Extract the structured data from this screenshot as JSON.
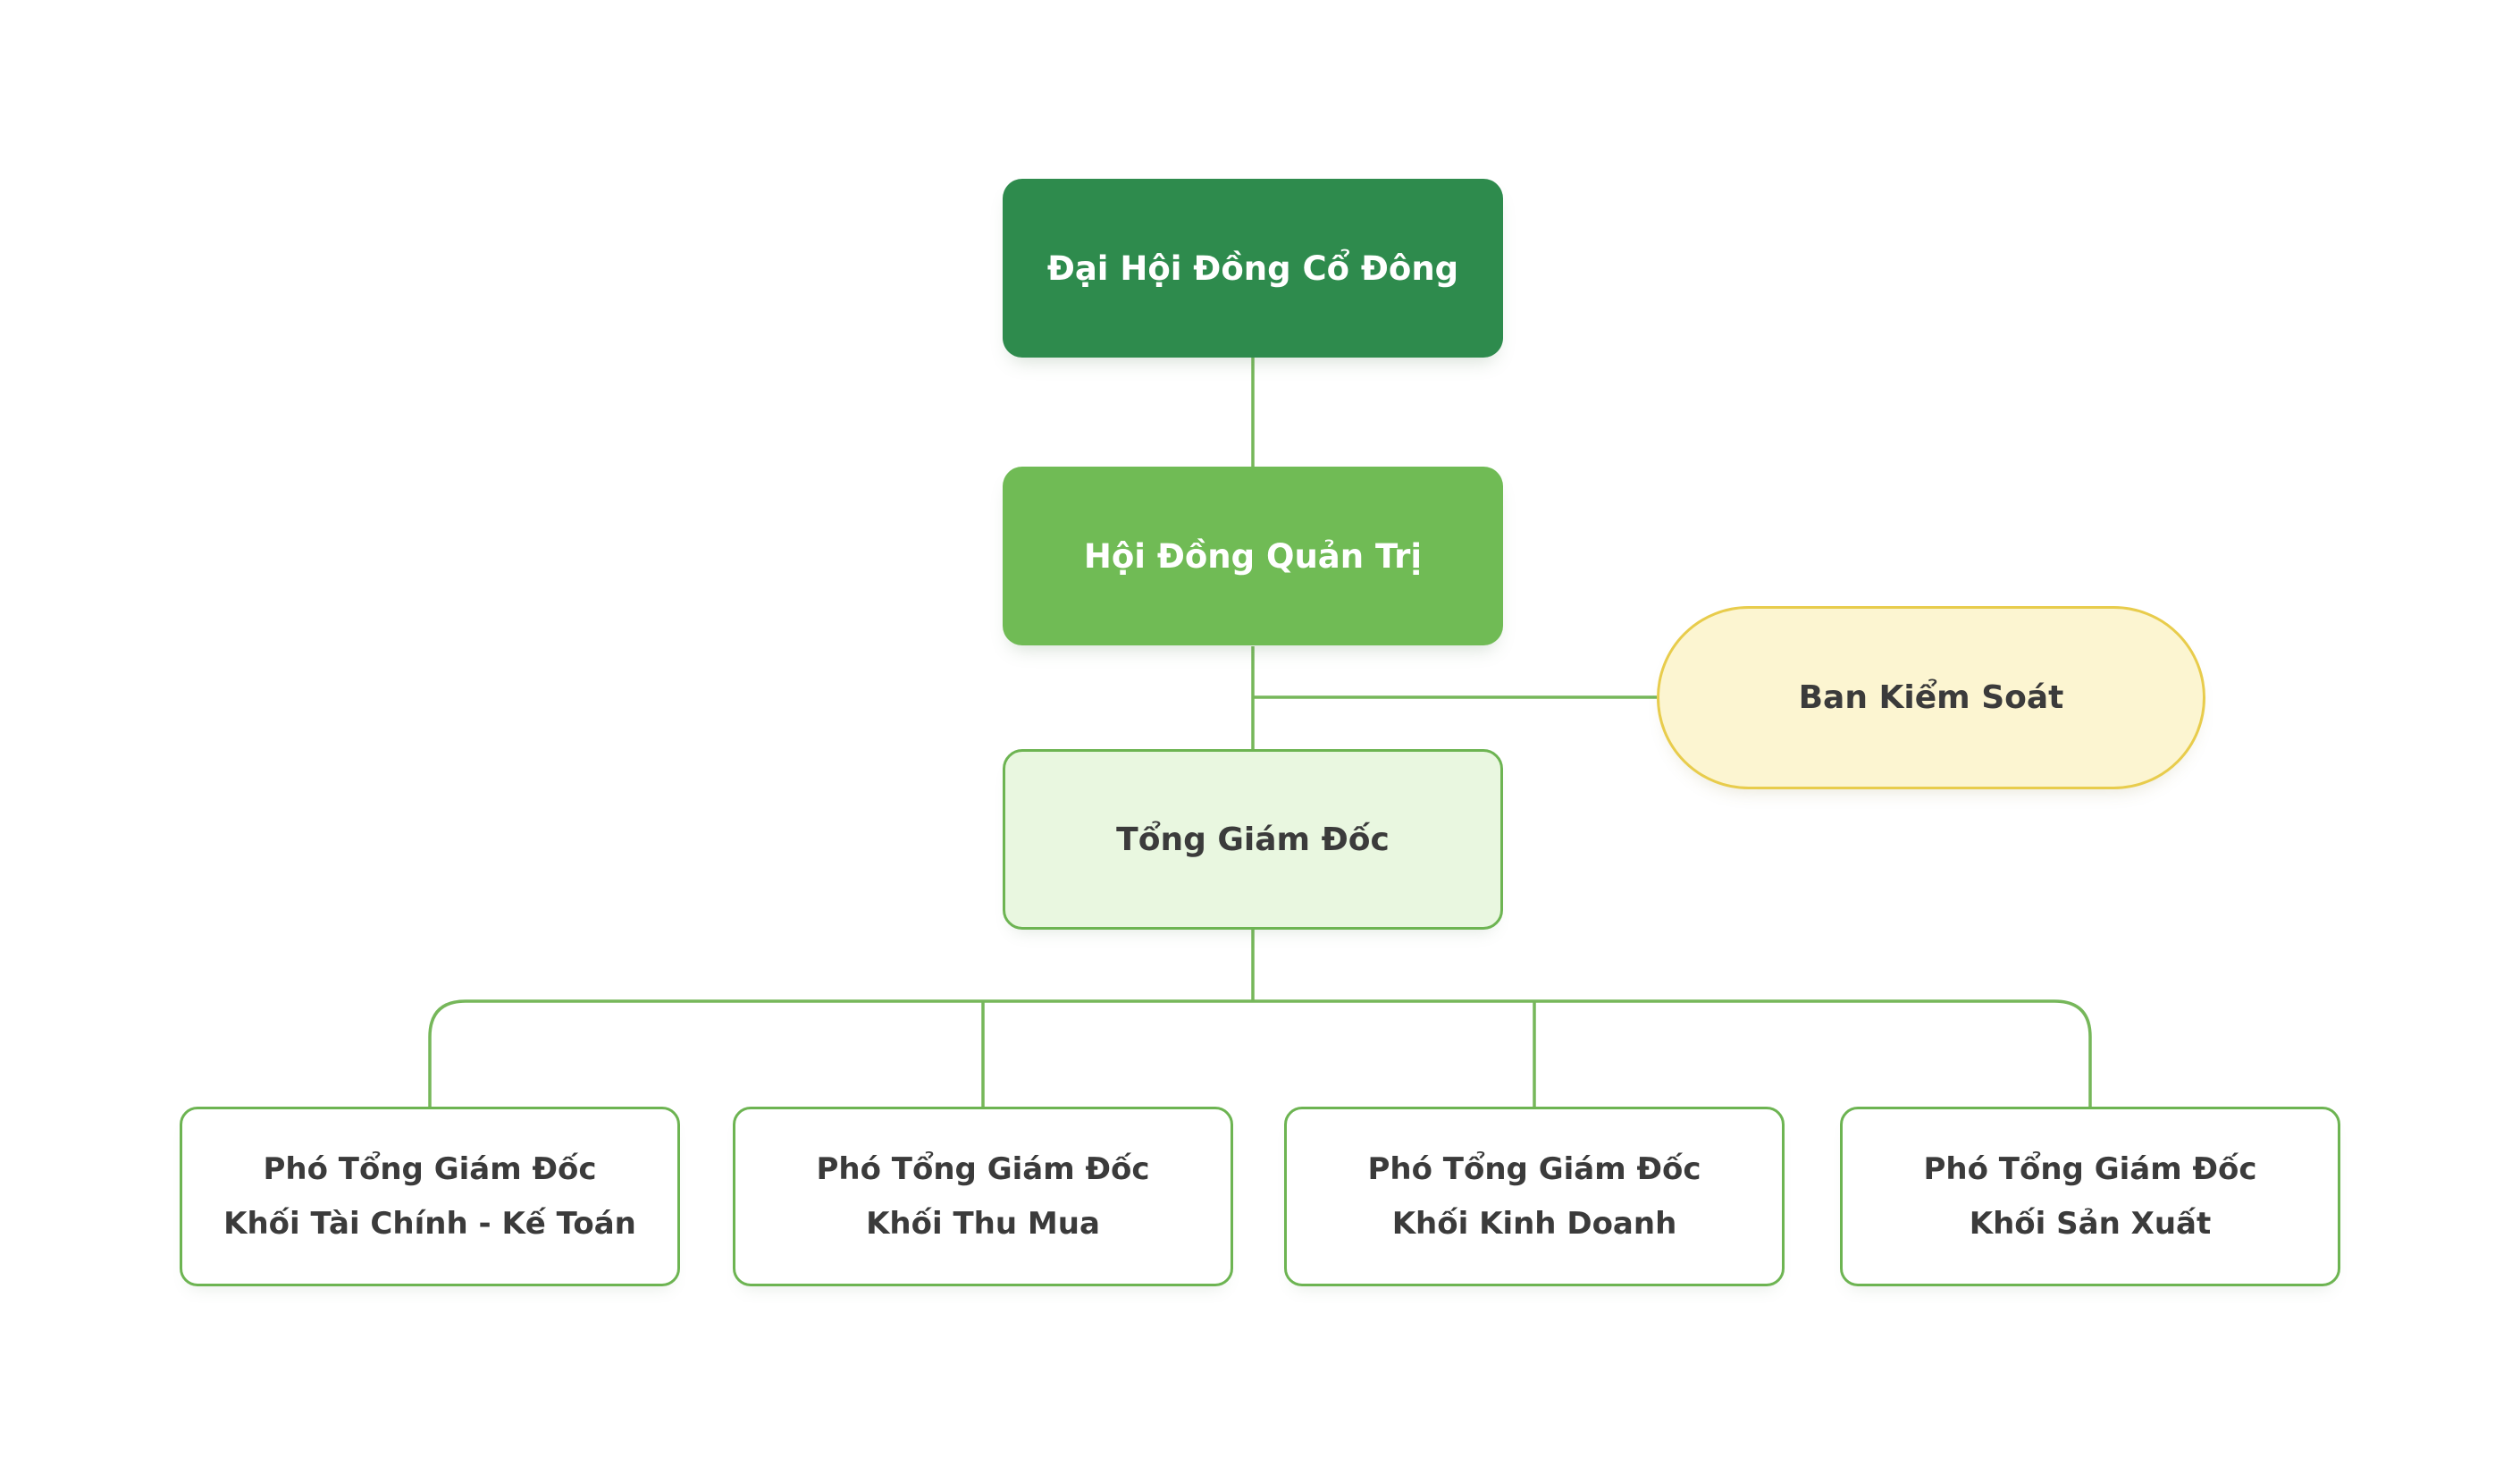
{
  "theme": {
    "canvas-bg": "#FFFFFF",
    "dark-green": "#2E8B4D",
    "mid-green": "#70BB55",
    "light-green-bg": "#E9F7E0",
    "green-border": "#6DB452",
    "connector-green": "#76B75A",
    "yellow-bg": "#FCF5D1",
    "yellow-border": "#E8CC4C",
    "text-dark": "#3B3B3B",
    "text-light": "#FFFFFF"
  },
  "org_chart": {
    "type": "organization-chart",
    "nodes": {
      "shareholders_meeting": {
        "label": "Đại Hội Đồng Cổ Đông",
        "level": 1,
        "style": "dark-green-filled"
      },
      "board_of_directors": {
        "label": "Hội Đồng Quản Trị",
        "level": 2,
        "style": "mid-green-filled"
      },
      "supervisory_board": {
        "label": "Ban Kiểm Soát",
        "level": 2.5,
        "style": "yellow-pill"
      },
      "ceo": {
        "label": "Tổng Giám Đốc",
        "level": 3,
        "style": "light-green-outlined"
      },
      "deputies": [
        {
          "line1": "Phó Tổng Giám Đốc",
          "line2": "Khối Tài Chính - Kế Toán"
        },
        {
          "line1": "Phó Tổng Giám Đốc",
          "line2": "Khối Thu Mua"
        },
        {
          "line1": "Phó Tổng Giám Đốc",
          "line2": "Khối Kinh Doanh"
        },
        {
          "line1": "Phó Tổng Giám Đốc",
          "line2": "Khối Sản Xuất"
        }
      ]
    },
    "edges": [
      "shareholders_meeting -> board_of_directors",
      "board_of_directors -> ceo",
      "board_of_directors/ceo stem -> supervisory_board",
      "ceo -> deputy 1..4"
    ]
  }
}
